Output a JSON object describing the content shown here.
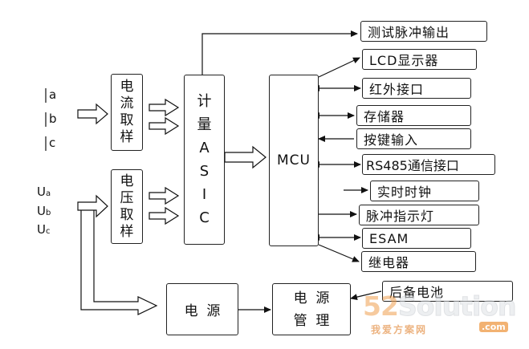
{
  "inputs": {
    "current": [
      {
        "label": "a"
      },
      {
        "label": "b"
      },
      {
        "label": "c"
      }
    ],
    "voltage": [
      {
        "main": "U",
        "sub": "a"
      },
      {
        "main": "U",
        "sub": "b"
      },
      {
        "main": "U",
        "sub": "c"
      }
    ]
  },
  "blocks": {
    "current_sampling": [
      "电",
      "流",
      "取",
      "样"
    ],
    "voltage_sampling": [
      "电",
      "压",
      "取",
      "样"
    ],
    "asic": [
      "计",
      "量",
      "A",
      "S",
      "I",
      "C"
    ],
    "mcu": "MCU",
    "power": "电  源",
    "power_management": [
      "电  源",
      "管  理"
    ]
  },
  "peripherals": [
    {
      "label": "测试脉冲输出"
    },
    {
      "label": "LCD显示器"
    },
    {
      "label": "红外接口"
    },
    {
      "label": "存储器"
    },
    {
      "label": "按键输入"
    },
    {
      "label": "RS485通信接口"
    },
    {
      "label": "实时时钟"
    },
    {
      "label": "脉冲指示灯"
    },
    {
      "label": "ESAM"
    },
    {
      "label": "继电器"
    },
    {
      "label": "后备电池"
    }
  ],
  "watermark": {
    "brand_a": "52",
    "brand_b": "Solution",
    "subtitle": "我爱方案网",
    "domain": ".com",
    "color": "#e8a060"
  }
}
